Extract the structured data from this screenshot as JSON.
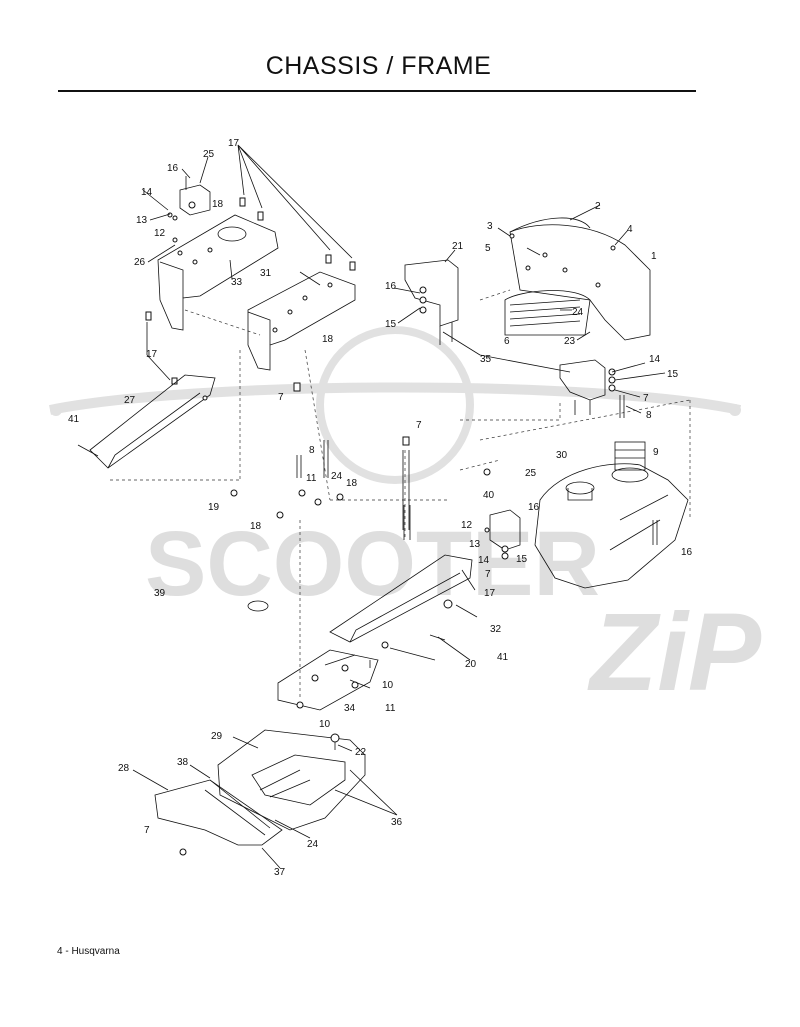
{
  "page": {
    "title": "CHASSIS / FRAME",
    "footer": "4 - Husqvarna"
  },
  "watermark": {
    "text_main": "SCOOTER",
    "text_script": "ZiP",
    "color": "#d9d9d9"
  },
  "part_labels": [
    "17",
    "16",
    "25",
    "14",
    "18",
    "13",
    "12",
    "26",
    "33",
    "31",
    "18",
    "17",
    "27",
    "41",
    "7",
    "8",
    "11",
    "24",
    "18",
    "19",
    "18",
    "39",
    "21",
    "16",
    "15",
    "35",
    "2",
    "3",
    "4",
    "5",
    "1",
    "24",
    "6",
    "23",
    "14",
    "15",
    "7",
    "8",
    "7",
    "25",
    "30",
    "9",
    "40",
    "16",
    "12",
    "13",
    "14",
    "15",
    "7",
    "16",
    "17",
    "32",
    "41",
    "20",
    "10",
    "34",
    "11",
    "10",
    "29",
    "22",
    "28",
    "38",
    "36",
    "24",
    "7",
    "37"
  ]
}
